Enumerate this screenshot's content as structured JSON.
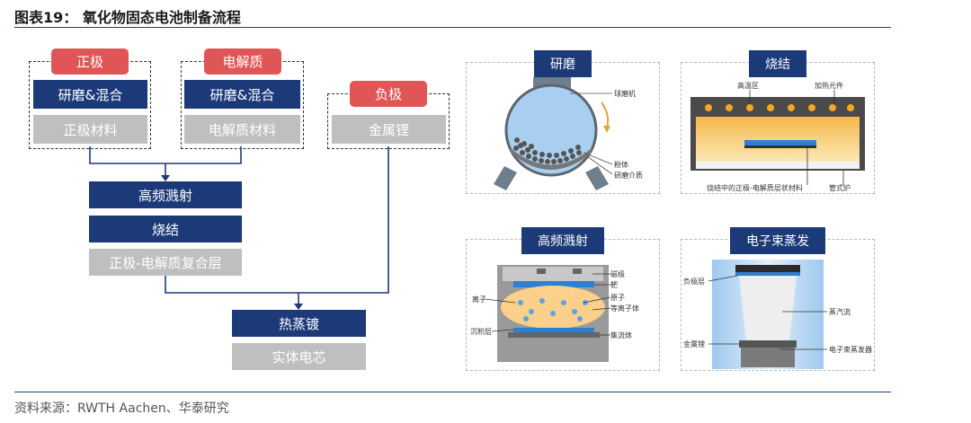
{
  "header": {
    "title": "图表19： 氧化物固态电池制备流程"
  },
  "flow": {
    "cathode": {
      "label": "正极",
      "step": "研磨&混合",
      "material": "正极材料"
    },
    "electrolyte": {
      "label": "电解质",
      "step": "研磨&混合",
      "material": "电解质材料"
    },
    "anode": {
      "label": "负极",
      "material": "金属锂"
    },
    "sputter": "高频溅射",
    "sinter": "烧结",
    "composite": "正极-电解质复合层",
    "evap": "热蒸镀",
    "cell": "实体电芯"
  },
  "panels": {
    "grind": {
      "title": "研磨",
      "labels": {
        "mill": "球磨机",
        "powder": "粉体",
        "media": "研磨介质"
      }
    },
    "sinter": {
      "title": "烧结",
      "labels": {
        "hot": "高温区",
        "heater": "加热元件",
        "sample": "烧结中的正极-电解质层状材料",
        "tube": "管式炉"
      }
    },
    "sputter": {
      "title": "高频溅射",
      "labels": {
        "magnet": "磁极",
        "target": "靶",
        "ion": "离子",
        "atom": "原子",
        "plasma": "等离子体",
        "deposit": "沉积层",
        "collector": "集流体"
      }
    },
    "ebeam": {
      "title": "电子束蒸发",
      "labels": {
        "anode": "负极层",
        "vapor": "蒸汽流",
        "metal": "金属锂",
        "evaporator": "电子束蒸发器"
      }
    }
  },
  "footer": {
    "source": "资料来源：RWTH Aachen、华泰研究"
  },
  "colors": {
    "navy": "#1c3a78",
    "red": "#e05656",
    "gray": "#bfbfbf"
  }
}
